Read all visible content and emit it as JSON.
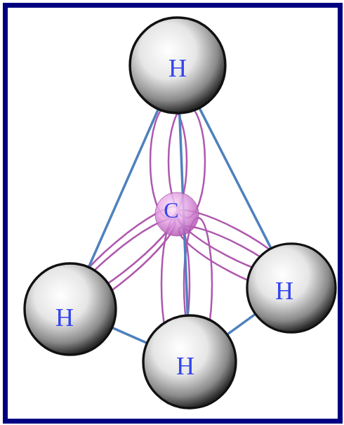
{
  "diagram": {
    "nodes": [
      {
        "text": [
          "H"
        ]
      },
      {
        "text": [
          "C"
        ]
      },
      {
        "text": [
          "H"
        ]
      },
      {
        "text": [
          "H"
        ]
      },
      {
        "text": [
          "H"
        ]
      }
    ],
    "edges": [
      {
        "from": 0,
        "to": 2,
        "arrow": "none"
      },
      {
        "from": 0,
        "to": 4,
        "arrow": "none"
      },
      {
        "from": 0,
        "to": 3,
        "arrow": "none"
      },
      {
        "from": 2,
        "to": 3,
        "arrow": "none"
      },
      {
        "from": 3,
        "to": 4,
        "arrow": "none"
      }
    ]
  }
}
